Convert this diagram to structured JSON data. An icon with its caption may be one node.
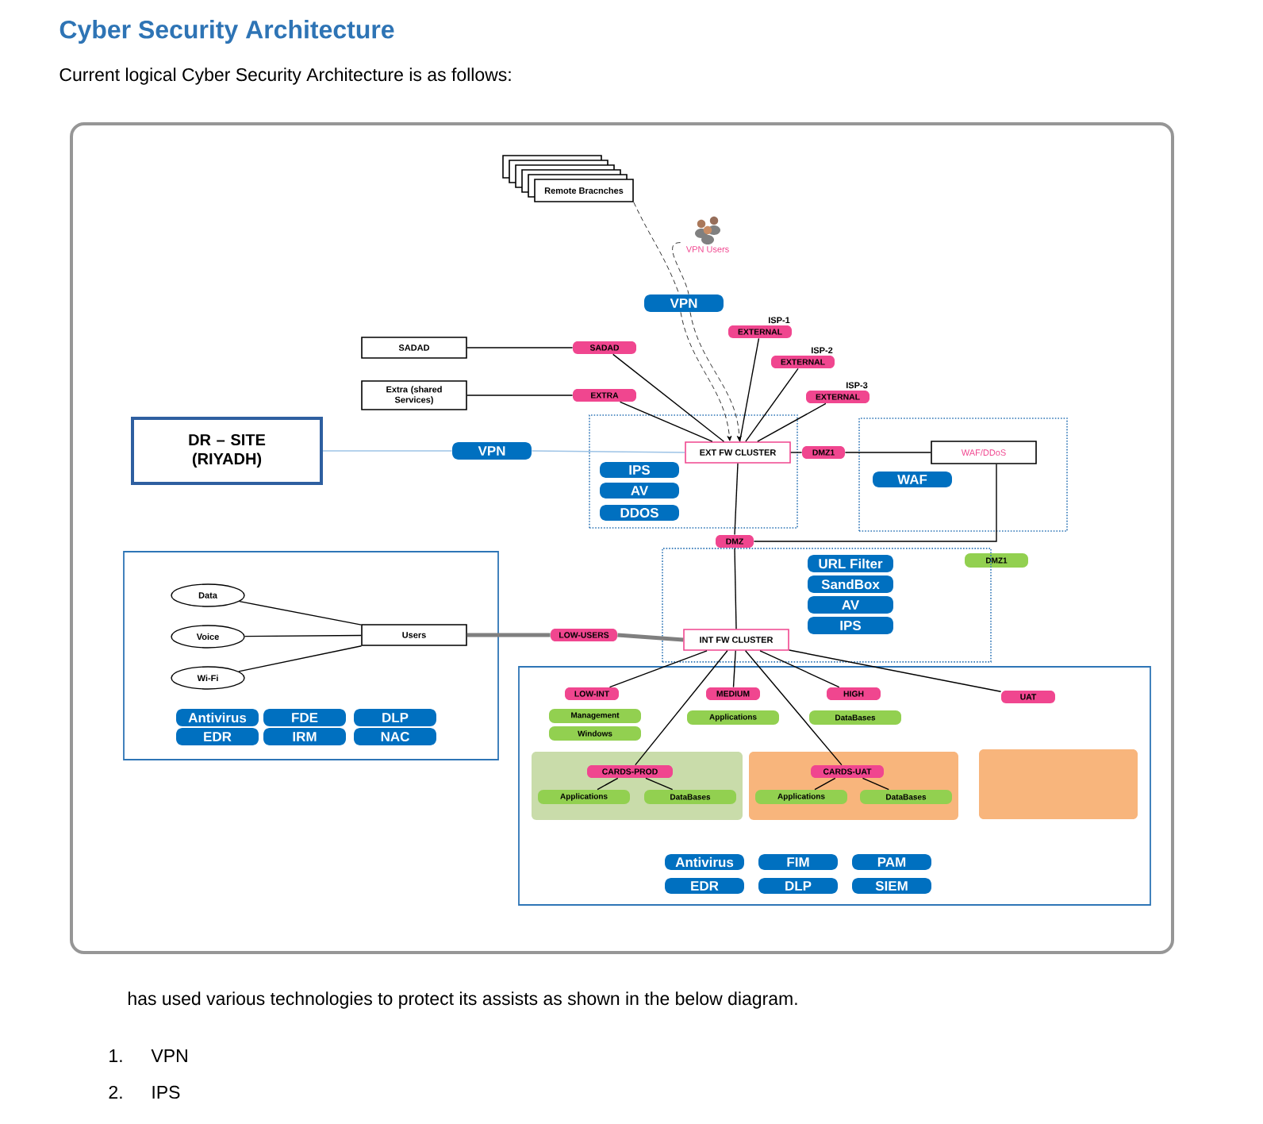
{
  "diagram": {
    "title": "Cyber Security Architecture",
    "nodes": [
      {
        "text": [
          "Remote Bracnches"
        ]
      },
      {
        "text": [
          "VPN Users"
        ]
      },
      {
        "text": [
          "VPN"
        ]
      },
      {
        "text": [
          "SADAD"
        ]
      },
      {
        "text": [
          "SADAD"
        ]
      },
      {
        "text": [
          "Extra (shared Services)"
        ]
      },
      {
        "text": [
          "EXTRA"
        ]
      },
      {
        "text": [
          "EXTERNAL"
        ],
        "beside": [
          "ISP-1"
        ]
      },
      {
        "text": [
          "EXTERNAL"
        ],
        "beside": [
          "ISP-2"
        ]
      },
      {
        "text": [
          "EXTERNAL"
        ],
        "beside": [
          "ISP-3"
        ]
      },
      {
        "text": [],
        "shape": "box"
      },
      {
        "text": [
          "EXT FW CLUSTER"
        ],
        "in": 10
      },
      {
        "text": [
          "IPS"
        ],
        "in": 10
      },
      {
        "text": [
          "AV"
        ],
        "in": 10
      },
      {
        "text": [
          "DDOS"
        ],
        "in": 10
      },
      {
        "text": [
          "DMZ1"
        ]
      },
      {
        "text": [],
        "shape": "box"
      },
      {
        "text": [
          "WAF/DDoS"
        ],
        "in": 16
      },
      {
        "text": [
          "WAF"
        ],
        "in": 16
      },
      {
        "text": [
          "DR – SITE (RIYADH)"
        ]
      },
      {
        "text": [
          "VPN"
        ]
      },
      {
        "text": [
          "DMZ"
        ]
      },
      {
        "text": [
          "DMZ1"
        ]
      },
      {
        "text": [],
        "shape": "box"
      },
      {
        "text": [
          "URL Filter"
        ],
        "in": 23
      },
      {
        "text": [
          "SandBox"
        ],
        "in": 23
      },
      {
        "text": [
          "AV"
        ],
        "in": 23
      },
      {
        "text": [
          "IPS"
        ],
        "in": 23
      },
      {
        "text": [
          "INT FW CLUSTER"
        ],
        "in": 23
      },
      {
        "text": [],
        "shape": "box"
      },
      {
        "text": [
          "Data"
        ],
        "in": 29
      },
      {
        "text": [
          "Voice"
        ],
        "in": 29
      },
      {
        "text": [
          "Wi-Fi"
        ],
        "in": 29
      },
      {
        "text": [
          "Users"
        ],
        "in": 29
      },
      {
        "text": [
          "Antivirus"
        ],
        "in": 29
      },
      {
        "text": [
          "FDE"
        ],
        "in": 29
      },
      {
        "text": [
          "DLP"
        ],
        "in": 29
      },
      {
        "text": [
          "EDR"
        ],
        "in": 29
      },
      {
        "text": [
          "IRM"
        ],
        "in": 29
      },
      {
        "text": [
          "NAC"
        ],
        "in": 29
      },
      {
        "text": [
          "LOW-USERS"
        ]
      },
      {
        "text": [],
        "shape": "box"
      },
      {
        "text": [
          "LOW-INT"
        ],
        "in": 41
      },
      {
        "text": [
          "MEDIUM"
        ],
        "in": 41
      },
      {
        "text": [
          "HIGH"
        ],
        "in": 41
      },
      {
        "text": [
          "UAT"
        ],
        "in": 41
      },
      {
        "text": [
          "Management"
        ],
        "in": 41
      },
      {
        "text": [
          "Windows"
        ],
        "in": 41
      },
      {
        "text": [
          "Applications"
        ],
        "in": 41
      },
      {
        "text": [
          "DataBases"
        ],
        "in": 41
      },
      {
        "text": [],
        "shape": "box",
        "in": 41
      },
      {
        "text": [
          "CARDS-PROD"
        ],
        "in": 50
      },
      {
        "text": [
          "Applications"
        ],
        "in": 50
      },
      {
        "text": [
          "DataBases"
        ],
        "in": 50
      },
      {
        "text": [],
        "shape": "box",
        "in": 41
      },
      {
        "text": [
          "CARDS-UAT"
        ],
        "in": 54
      },
      {
        "text": [
          "Applications"
        ],
        "in": 54
      },
      {
        "text": [
          "DataBases"
        ],
        "in": 54
      },
      {
        "text": [],
        "shape": "box",
        "in": 41
      },
      {
        "text": [
          "Antivirus"
        ],
        "in": 41
      },
      {
        "text": [
          "FIM"
        ],
        "in": 41
      },
      {
        "text": [
          "PAM"
        ],
        "in": 41
      },
      {
        "text": [
          "EDR"
        ],
        "in": 41
      },
      {
        "text": [
          "DLP"
        ],
        "in": 41
      },
      {
        "text": [
          "SIEM"
        ],
        "in": 41
      }
    ],
    "edges": [
      {
        "from": 0,
        "to": 2,
        "arrow": "none",
        "style": "dashed"
      },
      {
        "from": 1,
        "to": 2,
        "arrow": "none",
        "style": "dashed"
      },
      {
        "from": 2,
        "to": 11,
        "arrow": "to",
        "style": "dashed"
      },
      {
        "from": 2,
        "to": 11,
        "arrow": "to",
        "style": "dashed"
      },
      {
        "from": 3,
        "to": 4,
        "arrow": "none"
      },
      {
        "from": 4,
        "to": 11,
        "arrow": "none"
      },
      {
        "from": 5,
        "to": 6,
        "arrow": "none"
      },
      {
        "from": 6,
        "to": 11,
        "arrow": "none"
      },
      {
        "from": 7,
        "to": 11,
        "arrow": "none"
      },
      {
        "from": 8,
        "to": 11,
        "arrow": "none"
      },
      {
        "from": 9,
        "to": 11,
        "arrow": "none"
      },
      {
        "from": 19,
        "to": 20,
        "arrow": "none",
        "color": "#9dc3e6"
      },
      {
        "from": 20,
        "to": 11,
        "arrow": "none",
        "color": "#9dc3e6"
      },
      {
        "from": 11,
        "to": 15,
        "arrow": "none"
      },
      {
        "from": 15,
        "to": 17,
        "arrow": "none"
      },
      {
        "from": 11,
        "to": 21,
        "arrow": "none"
      },
      {
        "from": 17,
        "to": 21,
        "arrow": "none"
      },
      {
        "from": 21,
        "to": 28,
        "arrow": "none"
      },
      {
        "from": 30,
        "to": 33,
        "arrow": "none"
      },
      {
        "from": 31,
        "to": 33,
        "arrow": "none"
      },
      {
        "from": 32,
        "to": 33,
        "arrow": "none"
      },
      {
        "from": 33,
        "to": 40,
        "arrow": "none",
        "style": "thick",
        "color": "#7f7f7f"
      },
      {
        "from": 40,
        "to": 28,
        "arrow": "none",
        "style": "thick",
        "color": "#7f7f7f"
      },
      {
        "from": 28,
        "to": 42,
        "arrow": "none"
      },
      {
        "from": 28,
        "to": 51,
        "arrow": "none"
      },
      {
        "from": 28,
        "to": 43,
        "arrow": "none"
      },
      {
        "from": 28,
        "to": 55,
        "arrow": "none"
      },
      {
        "from": 28,
        "to": 44,
        "arrow": "none"
      },
      {
        "from": 28,
        "to": 45,
        "arrow": "none"
      },
      {
        "from": 51,
        "to": 52,
        "arrow": "none"
      },
      {
        "from": 51,
        "to": 53,
        "arrow": "none"
      },
      {
        "from": 55,
        "to": 56,
        "arrow": "none"
      },
      {
        "from": 55,
        "to": 57,
        "arrow": "none"
      }
    ],
    "labels": [
      "Current logical Cyber Security Architecture is as follows:",
      "has used various technologies to protect its assists as shown in the below diagram.",
      "1.",
      "VPN",
      "2.",
      "IPS"
    ]
  }
}
